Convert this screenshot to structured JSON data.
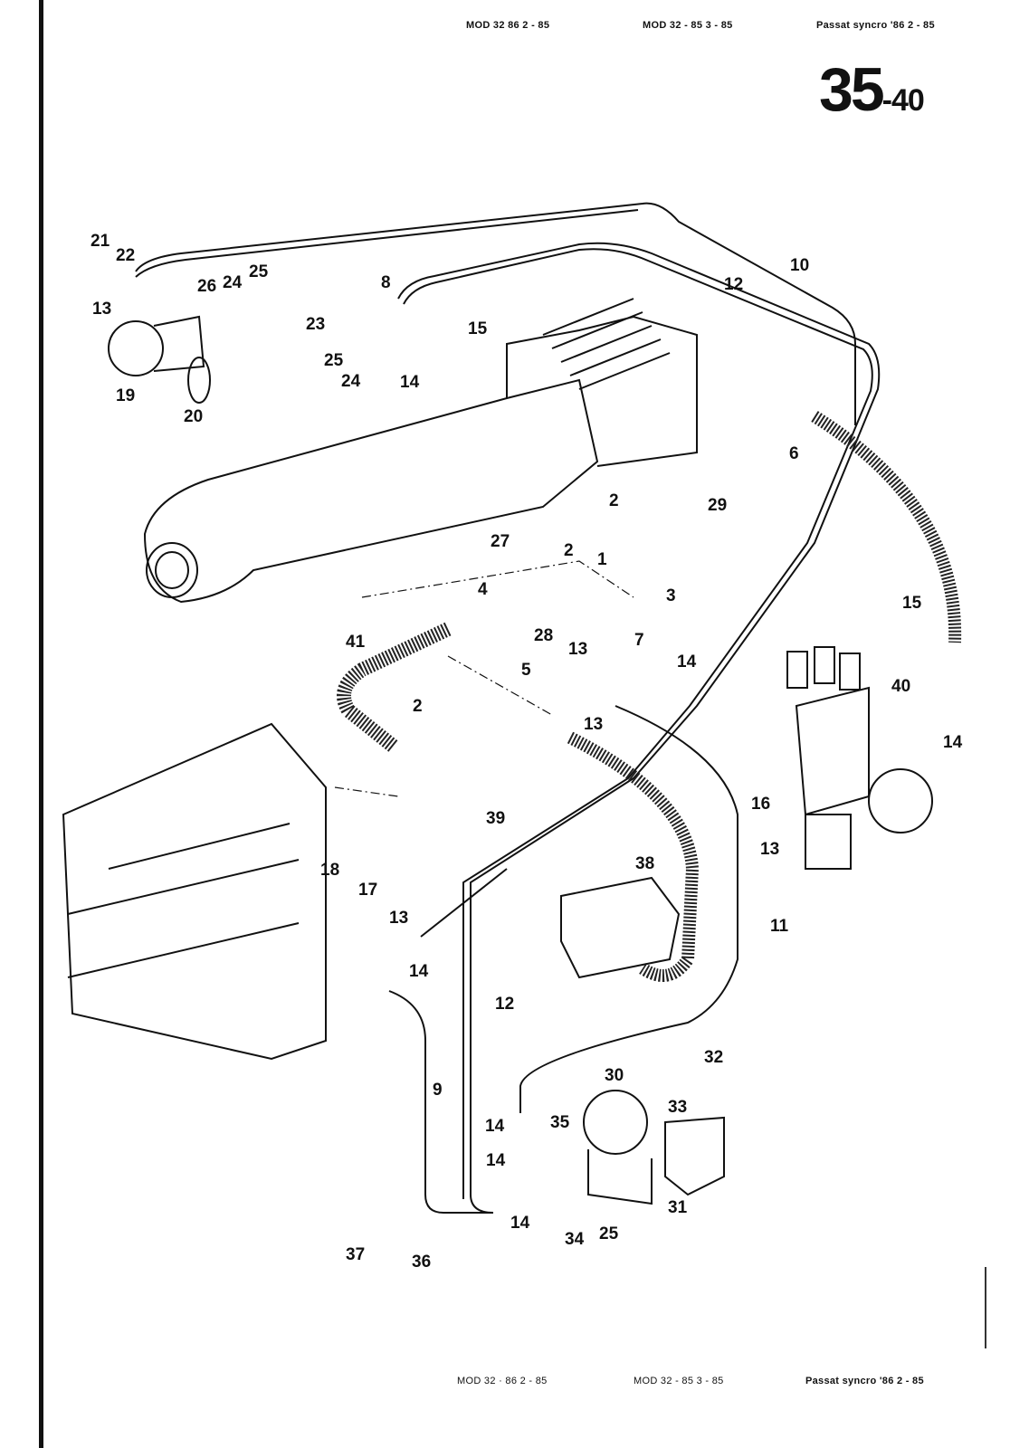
{
  "header": {
    "models": [
      "MOD 32  86  2 - 85",
      "MOD 32 - 85  3 - 85",
      "Passat syncro '86 2 - 85"
    ],
    "page_main": "35",
    "page_sub": "-40"
  },
  "footer": {
    "models": [
      "MOD 32 · 86  2 - 85",
      "MOD 32 - 85  3 - 85",
      "Passat syncro '86 2 - 85"
    ]
  },
  "diagram": {
    "callouts": [
      "21",
      "22",
      "13",
      "26",
      "24",
      "25",
      "23",
      "8",
      "15",
      "25",
      "24",
      "14",
      "19",
      "20",
      "12",
      "10",
      "6",
      "2",
      "29",
      "27",
      "2",
      "1",
      "3",
      "4",
      "28",
      "41",
      "13",
      "7",
      "14",
      "5",
      "13",
      "2",
      "15",
      "40",
      "14",
      "16",
      "13",
      "39",
      "38",
      "11",
      "18",
      "17",
      "13",
      "14",
      "12",
      "9",
      "32",
      "30",
      "33",
      "35",
      "14",
      "14",
      "31",
      "14",
      "34",
      "25",
      "37",
      "36"
    ]
  }
}
